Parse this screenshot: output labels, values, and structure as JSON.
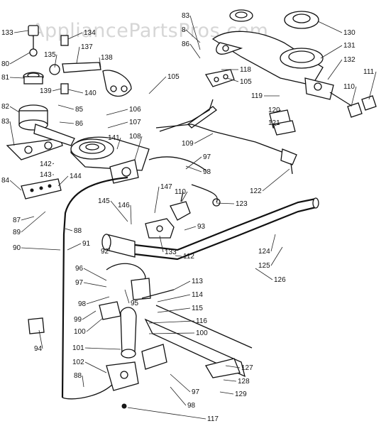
{
  "watermark": "AppliancePartsPros.com",
  "callouts": [
    "133",
    "80",
    "81",
    "82",
    "83",
    "84",
    "87",
    "89",
    "90",
    "91",
    "94",
    "134",
    "135",
    "137",
    "138",
    "139",
    "140",
    "85",
    "86",
    "106",
    "107",
    "141",
    "108",
    "142",
    "143",
    "144",
    "145",
    "146",
    "88",
    "147",
    "110",
    "93",
    "92",
    "133",
    "112",
    "123",
    "122",
    "97",
    "98",
    "109",
    "105",
    "83",
    "8",
    "86",
    "118",
    "105",
    "119",
    "120",
    "121",
    "130",
    "131",
    "132",
    "111",
    "110",
    "124",
    "125",
    "126",
    "113",
    "114",
    "115",
    "116",
    "100",
    "96",
    "97",
    "98",
    "95",
    "99",
    "100",
    "101",
    "102",
    "88",
    "117",
    "98",
    "97",
    "129",
    "128",
    "127"
  ]
}
